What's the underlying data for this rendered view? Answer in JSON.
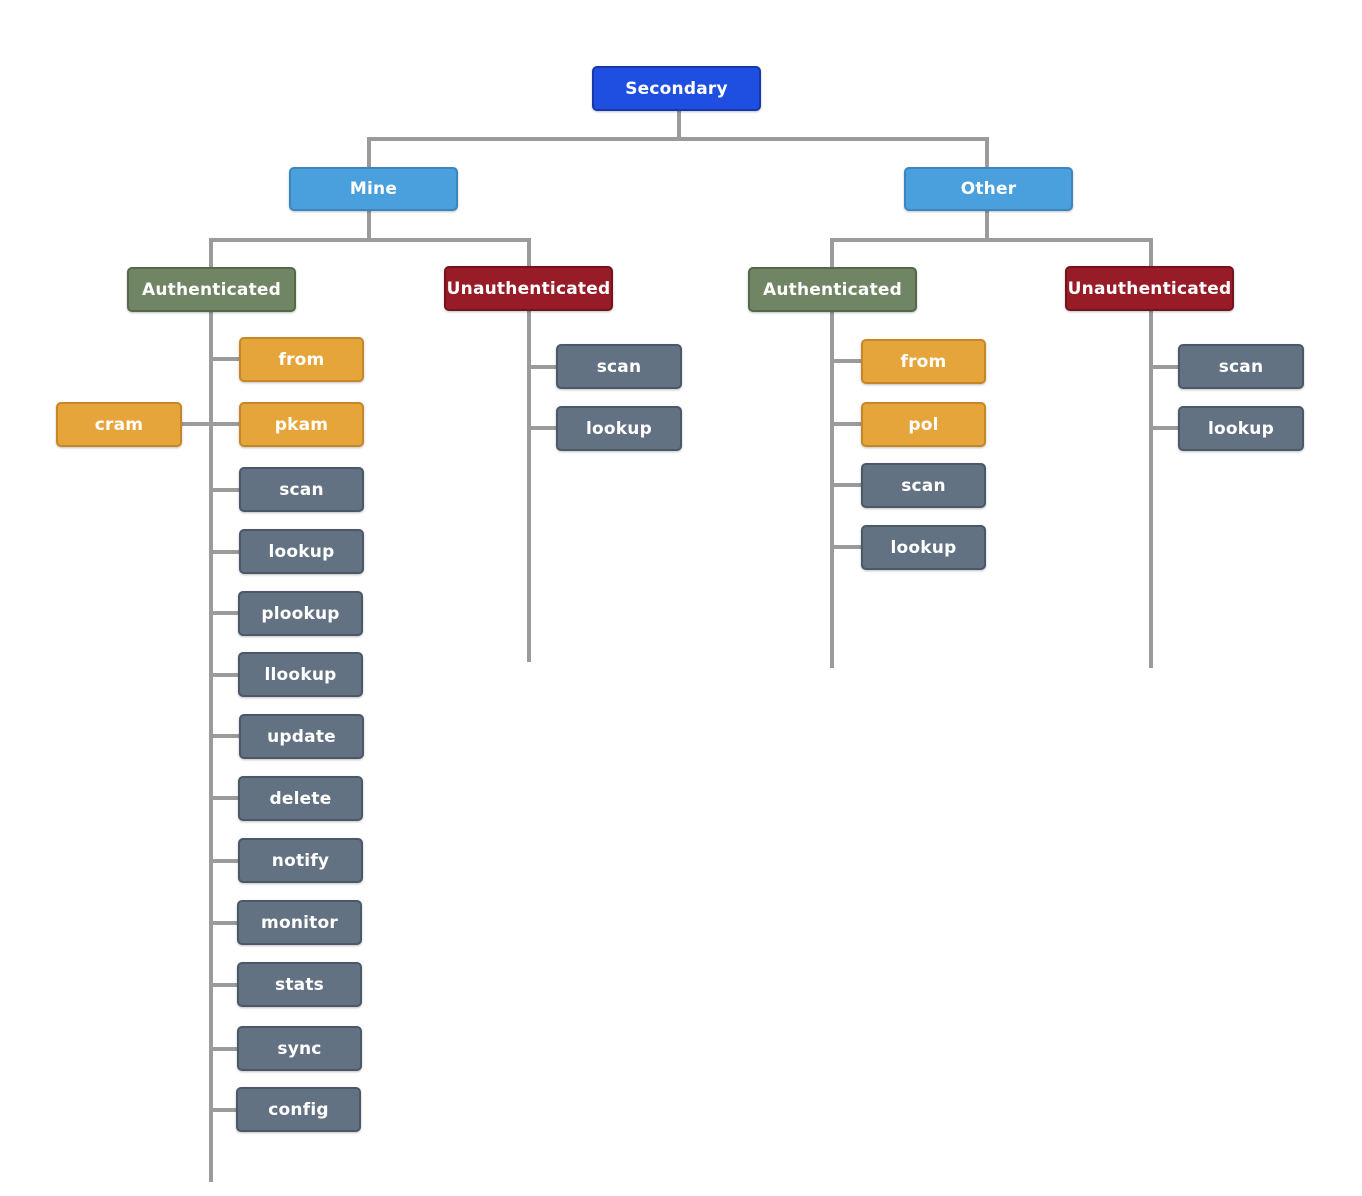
{
  "root": {
    "label": "Secondary",
    "color": "#1f4fe0"
  },
  "branches": [
    {
      "label": "Mine",
      "authenticated": {
        "label": "Authenticated",
        "items": [
          {
            "label": "from",
            "kind": "command"
          },
          {
            "label": "pkam",
            "kind": "command",
            "side": {
              "label": "cram",
              "kind": "command"
            }
          },
          {
            "label": "scan",
            "kind": "op"
          },
          {
            "label": "lookup",
            "kind": "op"
          },
          {
            "label": "plookup",
            "kind": "op"
          },
          {
            "label": "llookup",
            "kind": "op"
          },
          {
            "label": "update",
            "kind": "op"
          },
          {
            "label": "delete",
            "kind": "op"
          },
          {
            "label": "notify",
            "kind": "op"
          },
          {
            "label": "monitor",
            "kind": "op"
          },
          {
            "label": "stats",
            "kind": "op"
          },
          {
            "label": "sync",
            "kind": "op"
          },
          {
            "label": "config",
            "kind": "op"
          }
        ]
      },
      "unauthenticated": {
        "label": "Unauthenticated",
        "items": [
          {
            "label": "scan",
            "kind": "op"
          },
          {
            "label": "lookup",
            "kind": "op"
          }
        ]
      }
    },
    {
      "label": "Other",
      "authenticated": {
        "label": "Authenticated",
        "items": [
          {
            "label": "from",
            "kind": "command"
          },
          {
            "label": "pol",
            "kind": "command"
          },
          {
            "label": "scan",
            "kind": "op"
          },
          {
            "label": "lookup",
            "kind": "op"
          }
        ]
      },
      "unauthenticated": {
        "label": "Unauthenticated",
        "items": [
          {
            "label": "scan",
            "kind": "op"
          },
          {
            "label": "lookup",
            "kind": "op"
          }
        ]
      }
    }
  ],
  "colors": {
    "root": "#1f4fe0",
    "branch": "#4aa0dc",
    "authenticated": "#6f8563",
    "unauthenticated": "#971c27",
    "command": "#e6a53b",
    "op": "#637282",
    "connector": "#9b9b9b"
  }
}
